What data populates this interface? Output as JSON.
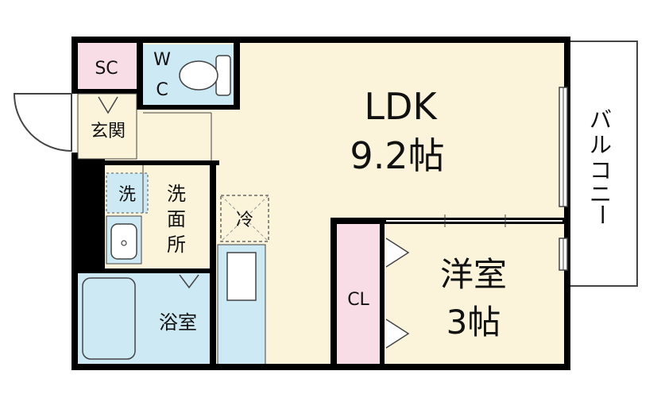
{
  "rooms": {
    "ldk": {
      "name": "LDK",
      "size": "9.2帖"
    },
    "western": {
      "name": "洋室",
      "size": "3帖"
    },
    "closet": "CL",
    "storage": "SC",
    "toilet_w": "W",
    "toilet_c": "C",
    "entrance": "玄関",
    "washroom_1": "洗",
    "washroom_2": "面",
    "washroom_3": "所",
    "washer": "洗",
    "fridge": "冷",
    "bathroom": "浴室",
    "balcony": [
      "バ",
      "ル",
      "コ",
      "ニ",
      "ー"
    ]
  },
  "colors": {
    "wall": "#000000",
    "ldk_floor": "#fbf4da",
    "wet_area": "#cde9f4",
    "closet_fill": "#f9dde6",
    "storage_fill": "#f9dde6",
    "outline": "#444444"
  }
}
